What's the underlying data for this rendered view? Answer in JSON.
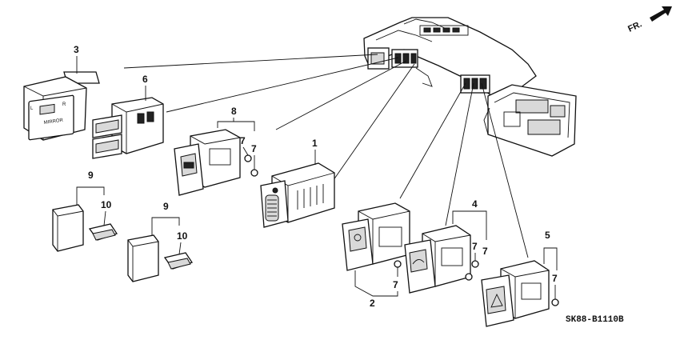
{
  "direction_label": "FR.",
  "diagram_code": "SK88-B1110B",
  "mirror_switch_text": "MIRROR",
  "mirror_switch_letters": [
    "L",
    "R"
  ],
  "callouts": [
    "1",
    "2",
    "3",
    "4",
    "5",
    "6",
    "7",
    "8",
    "9",
    "10"
  ]
}
